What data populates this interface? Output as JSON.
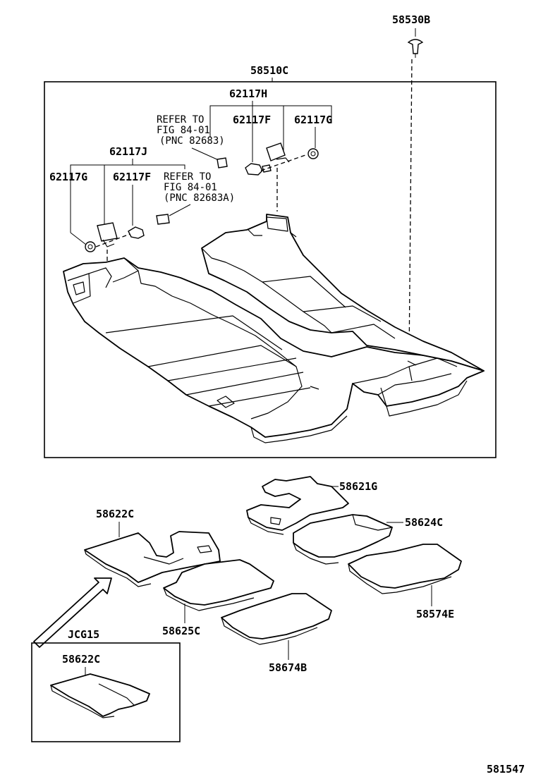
{
  "labels": {
    "top_clip": "58530B",
    "carpet_assembly": "58510C",
    "clip_set_front": "62117H",
    "clip_f_front": "62117F",
    "clip_g_front": "62117G",
    "clip_set_rear": "62117J",
    "clip_g_rear": "62117G",
    "clip_f_rear": "62117F",
    "rear_mat_center": "58621G",
    "front_mat_left": "58622C",
    "front_mat_right": "58624C",
    "rear_mat_right": "58574E",
    "front_mat_small": "58625C",
    "rear_mat_small": "58674B",
    "variant_code": "JCG15",
    "variant_part": "58622C",
    "diagram_id": "581547"
  },
  "references": {
    "ref1_line1": "REFER TO",
    "ref1_line2": "FIG 84-01",
    "ref1_line3": "(PNC 82683)",
    "ref2_line1": "REFER TO",
    "ref2_line2": "FIG 84-01",
    "ref2_line3": "(PNC  82683A)"
  }
}
